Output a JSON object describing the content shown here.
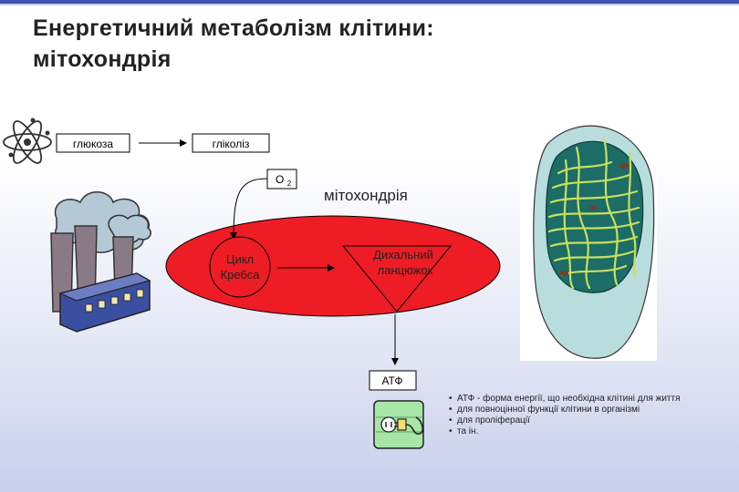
{
  "title": {
    "line1": "Енергетичний метаболізм клітини:",
    "line2": "мітохондрія"
  },
  "nodes": {
    "glucose": "глюкоза",
    "glycolysis": "гліколіз",
    "oxygen": "O",
    "oxygen_sub": "2",
    "mitochondria_label": "мітохондрія",
    "krebs_line1": "Цикл",
    "krebs_line2": "Кребса",
    "chain_line1": "Дихальний",
    "chain_line2": "ланцюжок",
    "atp": "АТФ"
  },
  "bullets": [
    "АТФ - форма енергії, що необхідна клітині для життя",
    "для повноцінної функції клітини в організмі",
    "для проліферації",
    "та ін."
  ],
  "colors": {
    "ellipse": "#ee1c24",
    "title_bar": "#3f51b5",
    "box_fill": "#ffffff",
    "mito_outer": "#b9dcdc",
    "mito_inner": "#1c6c67",
    "cristae": "#c8e05a",
    "factory": "#3a4fa0"
  },
  "icons": [
    "atom-icon",
    "factory-icon",
    "mitochondrion-illustration",
    "plug-icon"
  ]
}
